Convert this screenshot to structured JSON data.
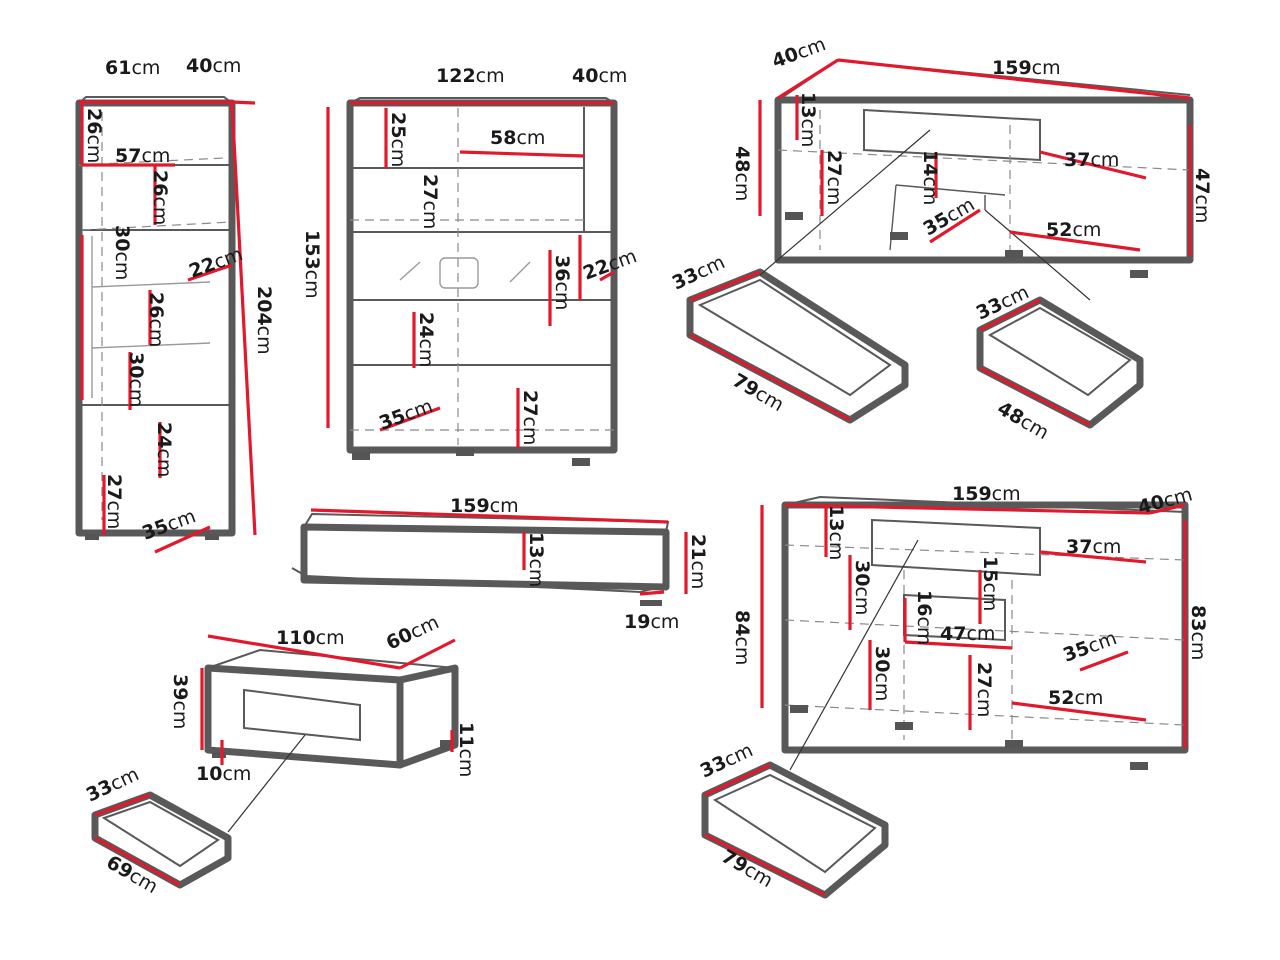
{
  "labels": {
    "tall_width": "61",
    "tall_depth": "40",
    "tall_height": "204",
    "tall_top_shelf": "26",
    "tall_inner_width": "57",
    "tall_upper_door": "26",
    "tall_glass_upper": "30",
    "tall_glass_depth": "22",
    "tall_glass_mid": "26",
    "tall_glass_lower": "30",
    "tall_bottom_door": "24",
    "tall_bottom_left": "27",
    "tall_bottom_depth": "35",
    "vitrine_width": "122",
    "vitrine_depth": "40",
    "vitrine_height": "153",
    "vitrine_top_left": "25",
    "vitrine_top_right": "58",
    "vitrine_top_mid": "27",
    "vitrine_glass": "36",
    "vitrine_glass_depth": "22",
    "vitrine_bottom_upper": "24",
    "vitrine_bottom_lower": "27",
    "vitrine_bottom_depth": "35",
    "tv_depth": "40",
    "tv_width": "159",
    "tv_height_left": "48",
    "tv_height_right": "47",
    "tv_top_drawer": "13",
    "tv_left_comp": "27",
    "tv_mid_drawer": "14",
    "tv_right_comp": "37",
    "tv_mid_depth": "35",
    "tv_right_width": "52",
    "tv_drawer1_depth": "33",
    "tv_drawer1_width": "79",
    "tv_drawer2_depth": "33",
    "tv_drawer2_width": "48",
    "shelf_width": "159",
    "shelf_height": "13",
    "shelf_depth_right": "21",
    "shelf_bottom": "19",
    "table_width": "110",
    "table_depth": "60",
    "table_height": "39",
    "table_leg": "10",
    "table_leg_right": "11",
    "table_drawer_depth": "33",
    "table_drawer_width": "69",
    "sb_width": "159",
    "sb_depth": "40",
    "sb_height_left": "84",
    "sb_height_right": "83",
    "sb_top_drawer": "13",
    "sb_right_top": "37",
    "sb_left_comp": "30",
    "sb_mid_top": "15",
    "sb_mid_small": "16",
    "sb_mid_width": "47",
    "sb_right_depth": "35",
    "sb_left_low": "30",
    "sb_mid_low": "27",
    "sb_right_width": "52",
    "sb_drawer_depth": "33",
    "sb_drawer_width": "79"
  },
  "unit": "cm",
  "colors": {
    "dimension": "#e2192c",
    "outline": "#595959",
    "background": "#ffffff"
  }
}
